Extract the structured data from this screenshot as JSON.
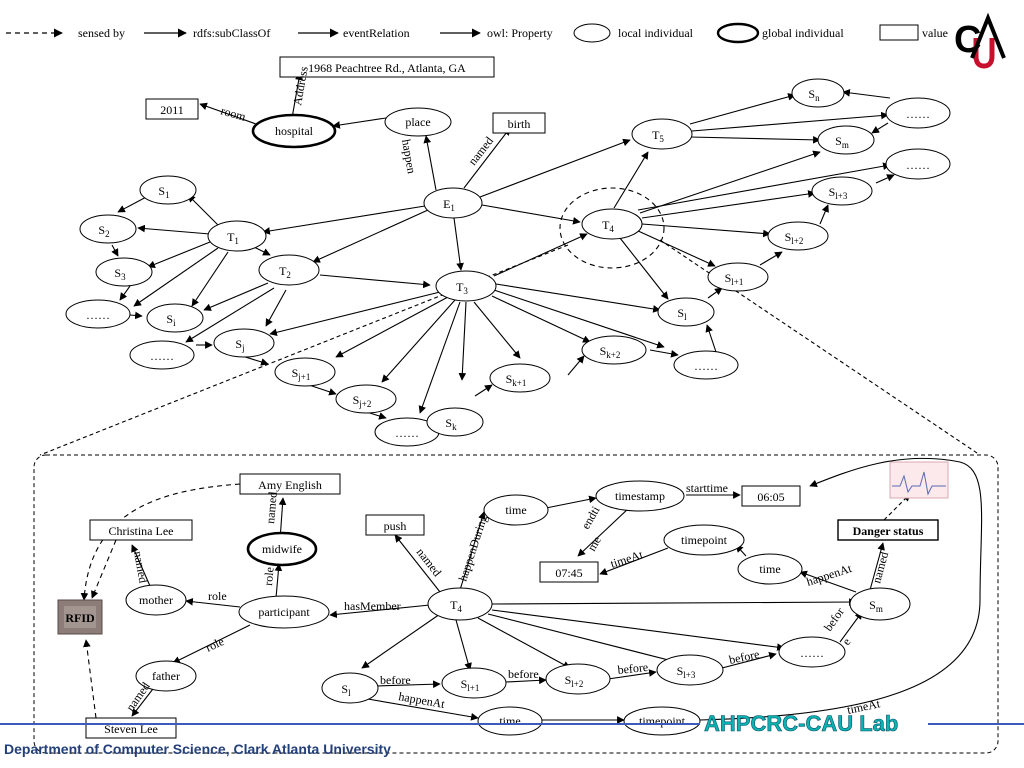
{
  "legend": [
    {
      "style": "dashed",
      "label": "sensed by"
    },
    {
      "style": "solid",
      "label": "rdfs:subClassOf"
    },
    {
      "style": "solid",
      "label": "eventRelation"
    },
    {
      "style": "solid",
      "label": "owl: Property"
    },
    {
      "style": "ellipse",
      "label": "local individual"
    },
    {
      "style": "ellipse-bold",
      "label": "global individual"
    },
    {
      "style": "rect",
      "label": "value"
    }
  ],
  "logo": {
    "text": "CAU"
  },
  "top_graph": {
    "values": {
      "address": "1968 Peachtree Rd., Atlanta, GA",
      "room_no": "2011",
      "birth": "birth"
    },
    "nodes": {
      "hospital": "hospital",
      "place": "place",
      "E1": "E",
      "T1": "T",
      "T2": "T",
      "T3": "T",
      "T4": "T",
      "T5": "T",
      "S1": "S",
      "S2": "S",
      "S3": "S",
      "Si": "S",
      "Sj": "S",
      "Sj1": "S",
      "Sj2": "S",
      "Sk": "S",
      "Sk1": "S",
      "Sk2": "S",
      "Sl": "S",
      "Sl1": "S",
      "Sl2": "S",
      "Sl3": "S",
      "Sm": "S",
      "Sn": "S",
      "dots": "……"
    },
    "subscripts": {
      "E1": "1",
      "T1": "1",
      "T2": "2",
      "T3": "3",
      "T4": "4",
      "T5": "5",
      "S1": "1",
      "S2": "2",
      "S3": "3",
      "Si": "i",
      "Sj": "j",
      "Sj1": "j+1",
      "Sj2": "j+2",
      "Sk": "k",
      "Sk1": "k+1",
      "Sk2": "k+2",
      "Sl": "l",
      "Sl1": "l+1",
      "Sl2": "l+2",
      "Sl3": "l+3",
      "Sm": "m",
      "Sn": "n"
    },
    "edge_labels": {
      "room": "room",
      "address": "Address",
      "happen": "happen",
      "named": "named"
    }
  },
  "detail_graph": {
    "values": {
      "amy": "Amy English",
      "christina": "Christina Lee",
      "push": "push",
      "t0605": "06:05",
      "t0745": "07:45",
      "danger": "Danger status",
      "steven": "Steven Lee",
      "rfid": "RFID"
    },
    "nodes": {
      "midwife": "midwife",
      "mother": "mother",
      "participant": "participant",
      "father": "father",
      "time": "time",
      "timestamp": "timestamp",
      "timepoint": "timepoint",
      "time2": "time",
      "T4": "T",
      "T4_sub": "4",
      "Sm": "S",
      "Sm_sub": "m",
      "Sl": "S",
      "Sl_sub": "l",
      "Sl1": "S",
      "Sl1_sub": "l+1",
      "Sl2": "S",
      "Sl2_sub": "l+2",
      "Sl3": "S",
      "Sl3_sub": "l+3",
      "dots": "……",
      "time3": "time",
      "timepoint2": "timepoint"
    },
    "edge_labels": {
      "named": "named",
      "role": "role",
      "hasMember": "hasMember",
      "happenDuring": "happenDuring",
      "starttime": "starttime",
      "endtime_a": "endti",
      "endtime_b": "me",
      "timeAt": "timeAt",
      "happenAt": "happenAt",
      "before": "before",
      "before_a": "befor",
      "before_b": "e"
    }
  },
  "footer": {
    "lab": "AHPCRC-CAU Lab",
    "department": "Department of Computer Science, Clark Atlanta University"
  },
  "colors": {
    "logo_red": "#c8102e",
    "lab_teal": "#0bb3b1",
    "footer_blue": "#24407a",
    "rule_blue": "#3b5bbf"
  }
}
